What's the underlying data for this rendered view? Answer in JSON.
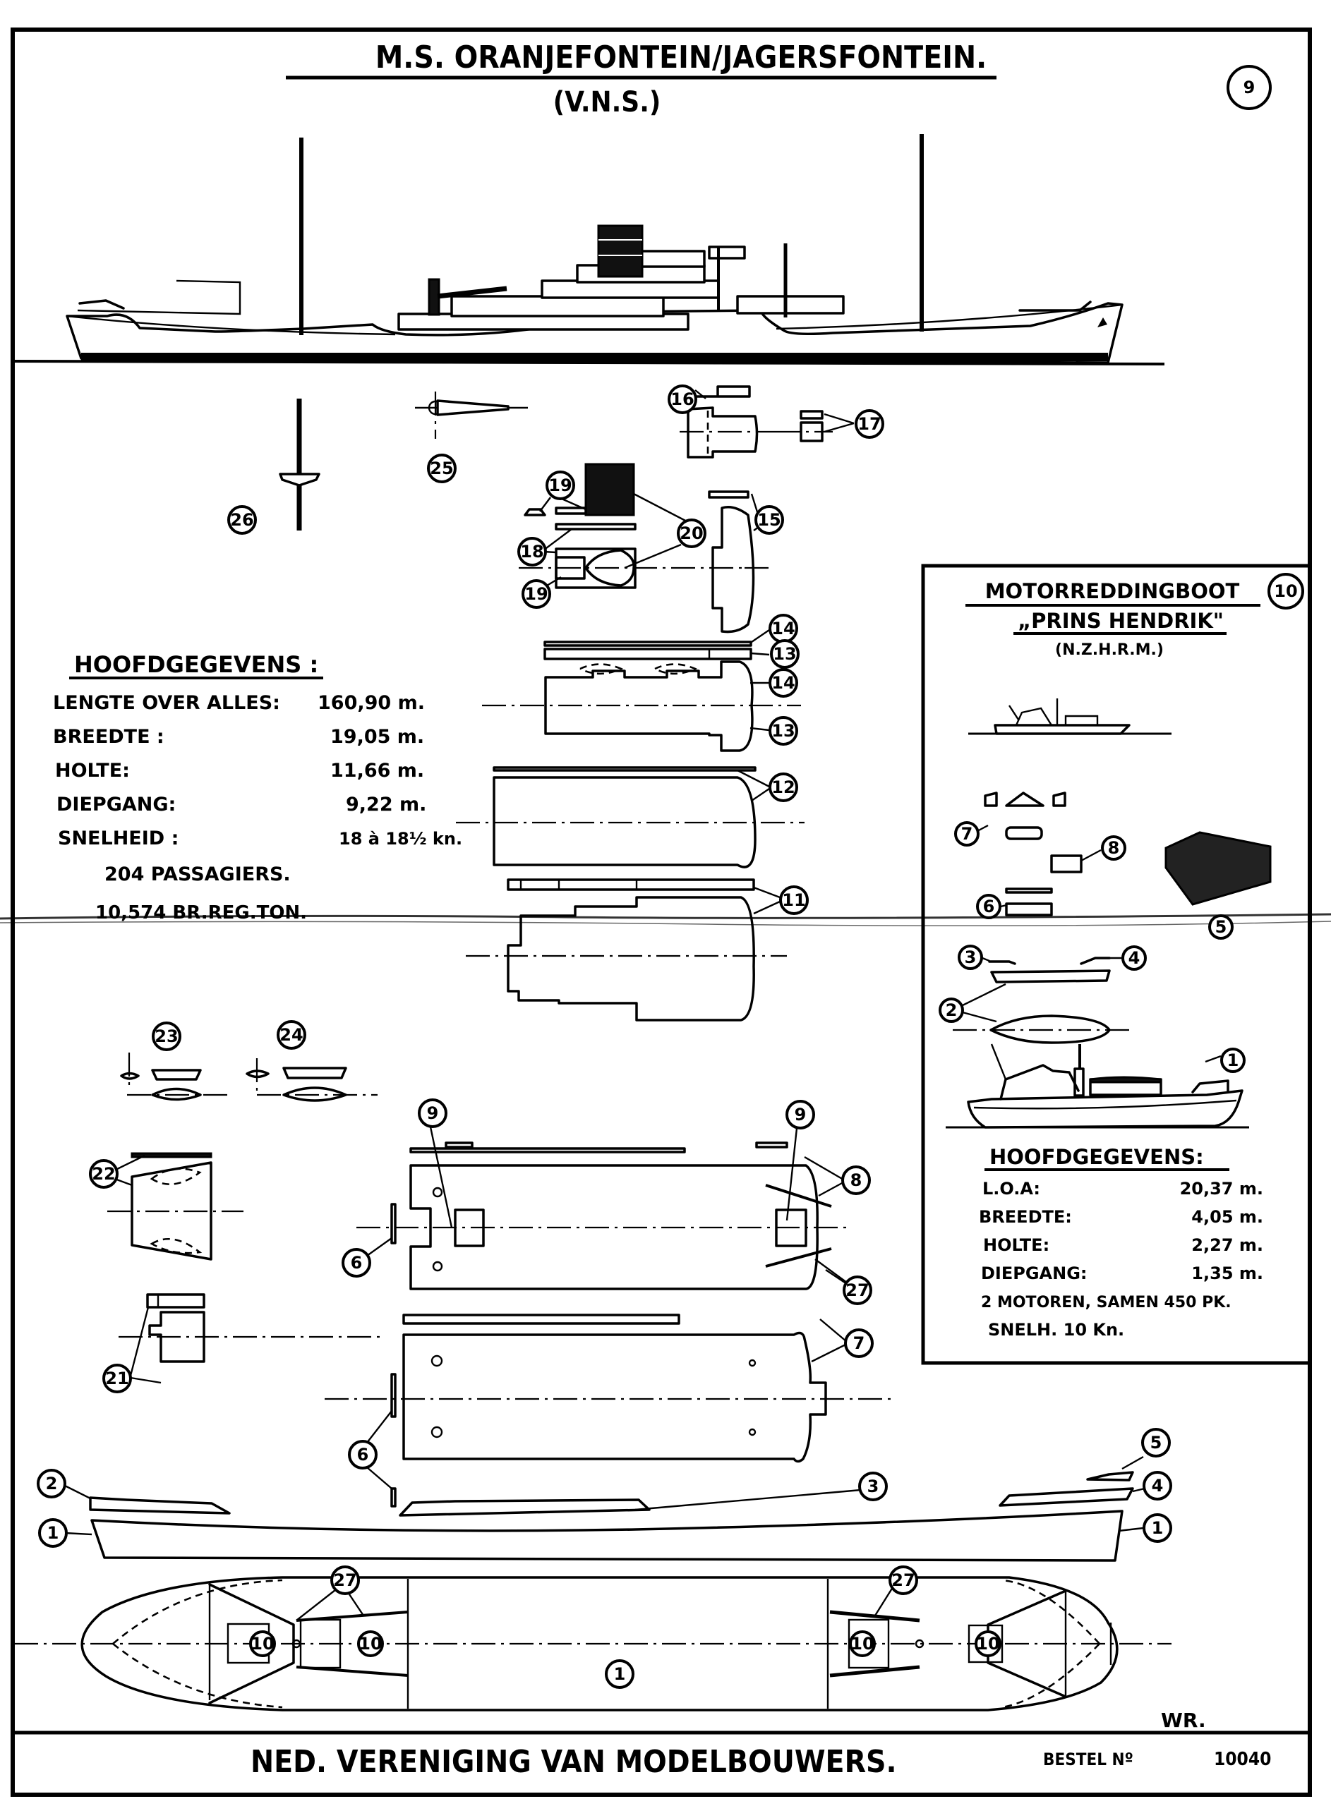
{
  "sheet": {
    "title": "M.S. ORANJEFONTEIN/JAGERSFONTEIN.",
    "title_part1": "M.S. ORANJEFONTEIN",
    "title_part2": "JAGERSFONTEIN.",
    "subtitle": "(V.N.S.)",
    "sheet_number": "9",
    "signature": "WR.",
    "footer": {
      "publisher": "NED. VERENIGING VAN MODELBOUWERS.",
      "order_label": "BESTEL Nº",
      "order_number": "10040"
    }
  },
  "main_specs": {
    "heading": "HOOFDGEGEVENS :",
    "rows": [
      {
        "label": "LENGTE OVER ALLES:",
        "value": "160,90 m."
      },
      {
        "label": "BREEDTE :",
        "value": "19,05 m."
      },
      {
        "label": "HOLTE:",
        "value": "11,66 m."
      },
      {
        "label": "DIEPGANG:",
        "value": "9,22 m."
      },
      {
        "label": "SNELHEID :",
        "value": "18 à 18½ kn."
      }
    ],
    "passengers": "204 PASSAGIERS.",
    "tonnage": "10,574  BR.REG.TON."
  },
  "lifeboat": {
    "title": "MOTORREDDINGBOOT",
    "name": "„PRINS HENDRIK\"",
    "owner": "(N.Z.H.R.M.)",
    "part_number": "10",
    "specs_heading": "HOOFDGEGEVENS:",
    "specs": [
      {
        "label": "L.O.A:",
        "value": "20,37 m."
      },
      {
        "label": "BREEDTE:",
        "value": "4,05 m."
      },
      {
        "label": "HOLTE:",
        "value": "2,27 m."
      },
      {
        "label": "DIEPGANG:",
        "value": "1,35 m."
      }
    ],
    "engines": "2 MOTOREN, SAMEN 450 PK.",
    "speed": "SNELH.  10 Kn.",
    "part_labels": [
      "1",
      "2",
      "3",
      "4",
      "5",
      "6",
      "7",
      "8"
    ]
  },
  "part_labels": {
    "p1": "1",
    "p2": "2",
    "p3": "3",
    "p4": "4",
    "p5": "5",
    "p6": "6",
    "p7": "7",
    "p8": "8",
    "p9": "9",
    "p10": "10",
    "p11": "11",
    "p12": "12",
    "p13": "13",
    "p14": "14",
    "p15": "15",
    "p16": "16",
    "p17": "17",
    "p18": "18",
    "p19": "19",
    "p20": "20",
    "p21": "21",
    "p22": "22",
    "p23": "23",
    "p24": "24",
    "p25": "25",
    "p26": "26",
    "p27": "27"
  }
}
